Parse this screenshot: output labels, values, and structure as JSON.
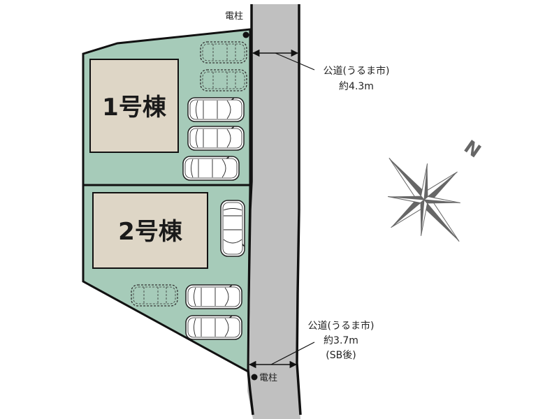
{
  "colors": {
    "lot": "#a6cbb9",
    "building": "#ded6c6",
    "road": "#c0c0c0",
    "outline": "#111111",
    "compass": "#666666"
  },
  "buildings": [
    {
      "label": "1号棟"
    },
    {
      "label": "2号棟"
    }
  ],
  "utility_poles": [
    {
      "label": "電柱"
    },
    {
      "label": "電柱"
    }
  ],
  "roads": {
    "top": {
      "line1": "公道(うるま市)",
      "line2": "約4.3m"
    },
    "bottom": {
      "line1": "公道(うるま市)",
      "line2": "約3.7m",
      "line3": "(SB後)"
    }
  },
  "compass": {
    "north_label": "N"
  },
  "parking": {
    "lot1": {
      "dashed": 2,
      "solid": 3
    },
    "lot2": {
      "dashed": 1,
      "solid": 3
    }
  }
}
